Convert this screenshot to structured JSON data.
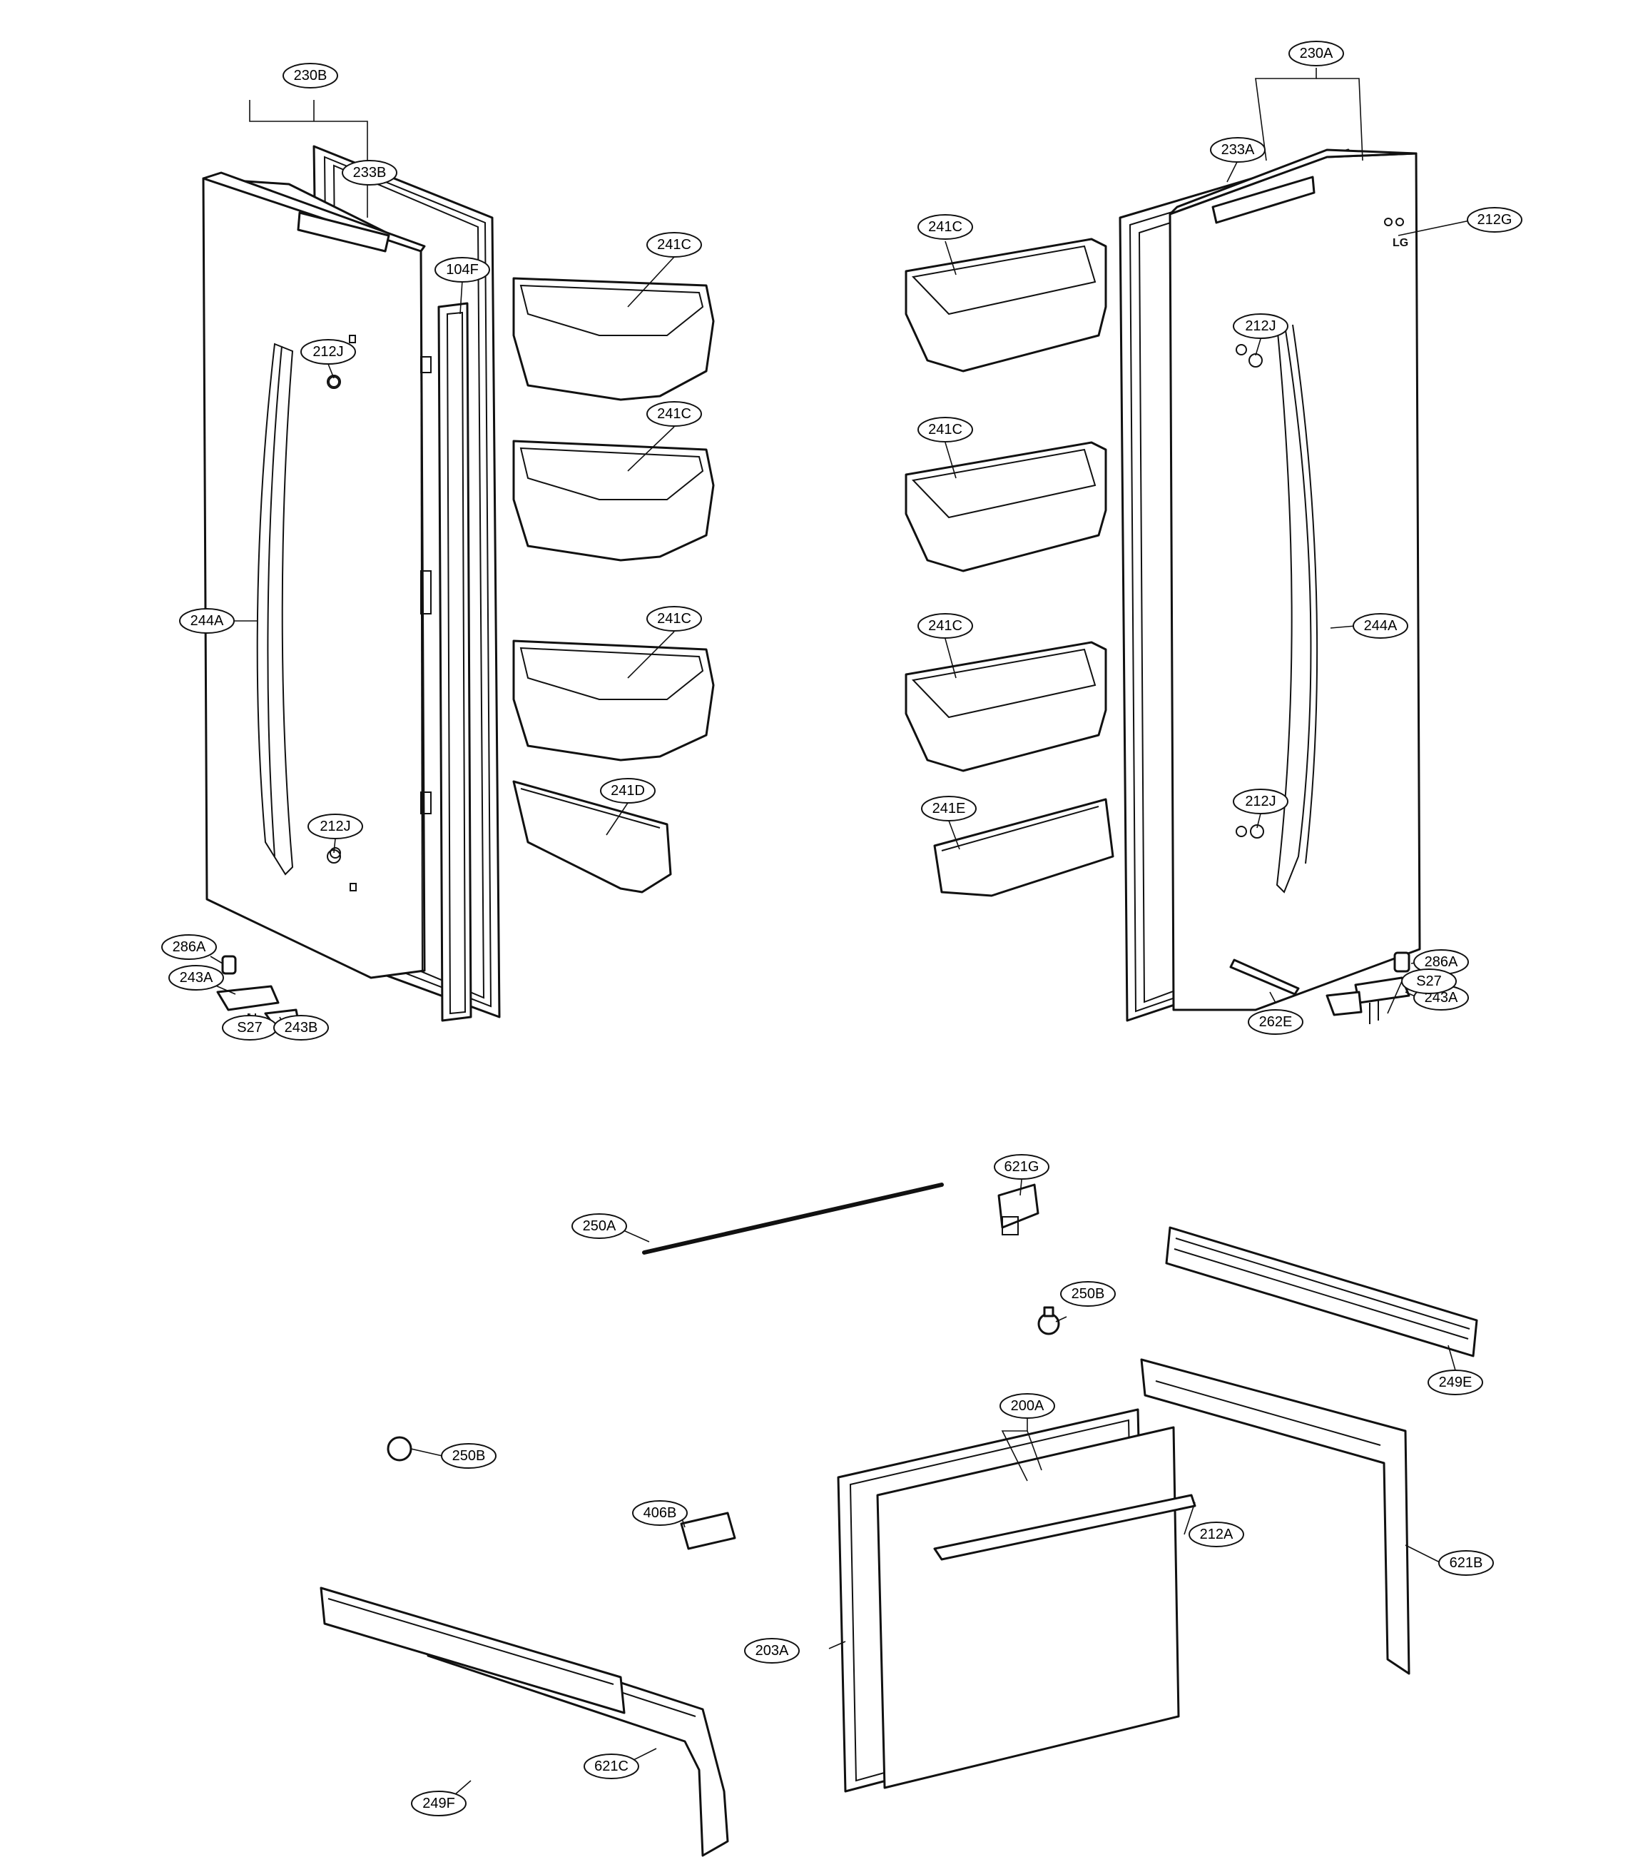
{
  "callouts": [
    {
      "id": "c-230B",
      "label": "230B"
    },
    {
      "id": "c-233B",
      "label": "233B"
    },
    {
      "id": "c-104F",
      "label": "104F"
    },
    {
      "id": "c-241C-l1",
      "label": "241C"
    },
    {
      "id": "c-241C-l2",
      "label": "241C"
    },
    {
      "id": "c-241C-l3",
      "label": "241C"
    },
    {
      "id": "c-241D",
      "label": "241D"
    },
    {
      "id": "c-212J-l1",
      "label": "212J"
    },
    {
      "id": "c-212J-l2",
      "label": "212J"
    },
    {
      "id": "c-244A-l",
      "label": "244A"
    },
    {
      "id": "c-286A-l",
      "label": "286A"
    },
    {
      "id": "c-243A-l",
      "label": "243A"
    },
    {
      "id": "c-S27-l",
      "label": "S27"
    },
    {
      "id": "c-243B",
      "label": "243B"
    },
    {
      "id": "c-230A",
      "label": "230A"
    },
    {
      "id": "c-233A",
      "label": "233A"
    },
    {
      "id": "c-212G",
      "label": "212G"
    },
    {
      "id": "c-241C-r1",
      "label": "241C"
    },
    {
      "id": "c-241C-r2",
      "label": "241C"
    },
    {
      "id": "c-241C-r3",
      "label": "241C"
    },
    {
      "id": "c-241E",
      "label": "241E"
    },
    {
      "id": "c-212J-r1",
      "label": "212J"
    },
    {
      "id": "c-212J-r2",
      "label": "212J"
    },
    {
      "id": "c-244A-r",
      "label": "244A"
    },
    {
      "id": "c-286A-r",
      "label": "286A"
    },
    {
      "id": "c-243A-r",
      "label": "243A"
    },
    {
      "id": "c-S27-r",
      "label": "S27"
    },
    {
      "id": "c-262E",
      "label": "262E"
    },
    {
      "id": "c-621G",
      "label": "621G"
    },
    {
      "id": "c-250A",
      "label": "250A"
    },
    {
      "id": "c-250B-1",
      "label": "250B"
    },
    {
      "id": "c-249E",
      "label": "249E"
    },
    {
      "id": "c-200A",
      "label": "200A"
    },
    {
      "id": "c-250B-2",
      "label": "250B"
    },
    {
      "id": "c-406B",
      "label": "406B"
    },
    {
      "id": "c-212A",
      "label": "212A"
    },
    {
      "id": "c-621B",
      "label": "621B"
    },
    {
      "id": "c-203A",
      "label": "203A"
    },
    {
      "id": "c-249F",
      "label": "249F"
    },
    {
      "id": "c-621C",
      "label": "621C"
    }
  ],
  "logo_text": "LG"
}
